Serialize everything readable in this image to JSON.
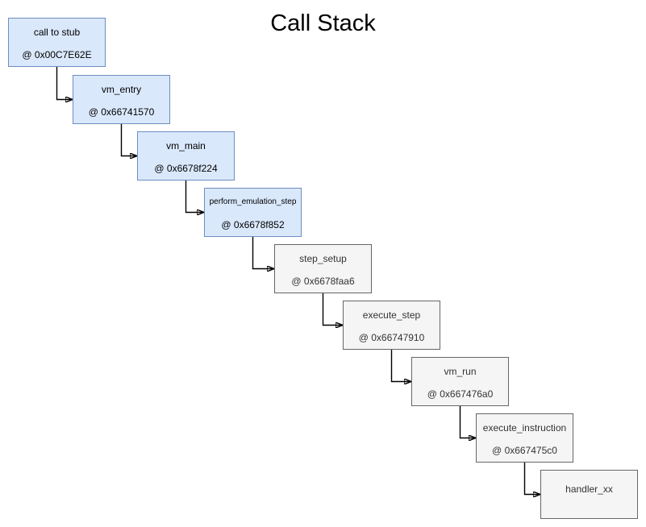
{
  "diagram": {
    "title": "Call Stack",
    "nodes": [
      {
        "label": "call to stub",
        "address": "@ 0x00C7E62E",
        "style": "blue"
      },
      {
        "label": "vm_entry",
        "address": "@ 0x66741570",
        "style": "blue"
      },
      {
        "label": "vm_main",
        "address": "@ 0x6678f224",
        "style": "blue"
      },
      {
        "label": "perform_emulation_step",
        "address": "@ 0x6678f852",
        "style": "blue"
      },
      {
        "label": "step_setup",
        "address": "@ 0x6678faa6",
        "style": "gray"
      },
      {
        "label": "execute_step",
        "address": "@ 0x66747910",
        "style": "gray"
      },
      {
        "label": "vm_run",
        "address": "@ 0x667476a0",
        "style": "gray"
      },
      {
        "label": "execute_instruction",
        "address": "@ 0x667475c0",
        "style": "gray"
      },
      {
        "label": "handler_xx",
        "address": "",
        "style": "gray"
      }
    ],
    "colors": {
      "blue_fill": "#dae8fc",
      "blue_stroke": "#6c8ebf",
      "blue_text": "#000000",
      "gray_fill": "#f5f5f5",
      "gray_stroke": "#666666",
      "gray_text": "#333333",
      "connector": "#000000",
      "background": "#ffffff"
    }
  }
}
